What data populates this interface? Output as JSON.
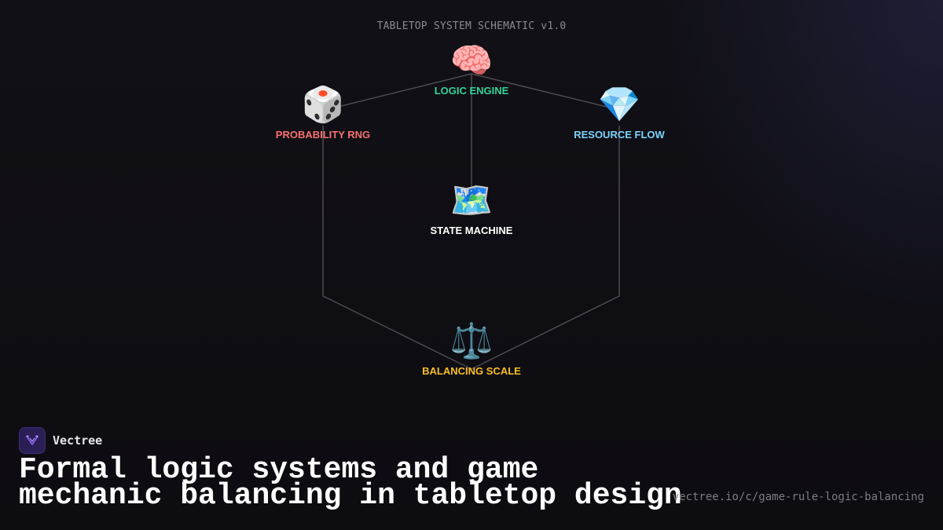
{
  "diagram": {
    "title": "TABLETOP SYSTEM SCHEMATIC v1.0",
    "nodes": [
      {
        "id": "logic-engine",
        "icon": "🧠",
        "icon_name": "brain-icon",
        "label": "LOGIC ENGINE",
        "color": "#34d399"
      },
      {
        "id": "probability-rng",
        "icon": "🎲",
        "icon_name": "dice-icon",
        "label": "PROBABILITY RNG",
        "color": "#f87171"
      },
      {
        "id": "resource-flow",
        "icon": "💎",
        "icon_name": "gem-icon",
        "label": "RESOURCE FLOW",
        "color": "#7dd3fc"
      },
      {
        "id": "state-machine",
        "icon": "🗺️",
        "icon_name": "map-icon",
        "label": "STATE MACHINE",
        "color": "#ffffff"
      },
      {
        "id": "balancing-scale",
        "icon": "⚖️",
        "icon_name": "scale-icon",
        "label": "BALANCING SCALE",
        "color": "#fbbf24"
      }
    ],
    "edges": [
      [
        "logic-engine",
        "probability-rng"
      ],
      [
        "logic-engine",
        "resource-flow"
      ],
      [
        "logic-engine",
        "state-machine"
      ],
      [
        "probability-rng",
        "balancing-scale"
      ],
      [
        "resource-flow",
        "balancing-scale"
      ]
    ],
    "line_color": "#4a4a50"
  },
  "brand": {
    "name": "Vectree",
    "logo_icon": "vectree-logo-icon",
    "accent": "#8b5cf6"
  },
  "headline": "Formal logic systems and game mechanic balancing in tabletop design",
  "url": "vectree.io/c/game-rule-logic-balancing"
}
